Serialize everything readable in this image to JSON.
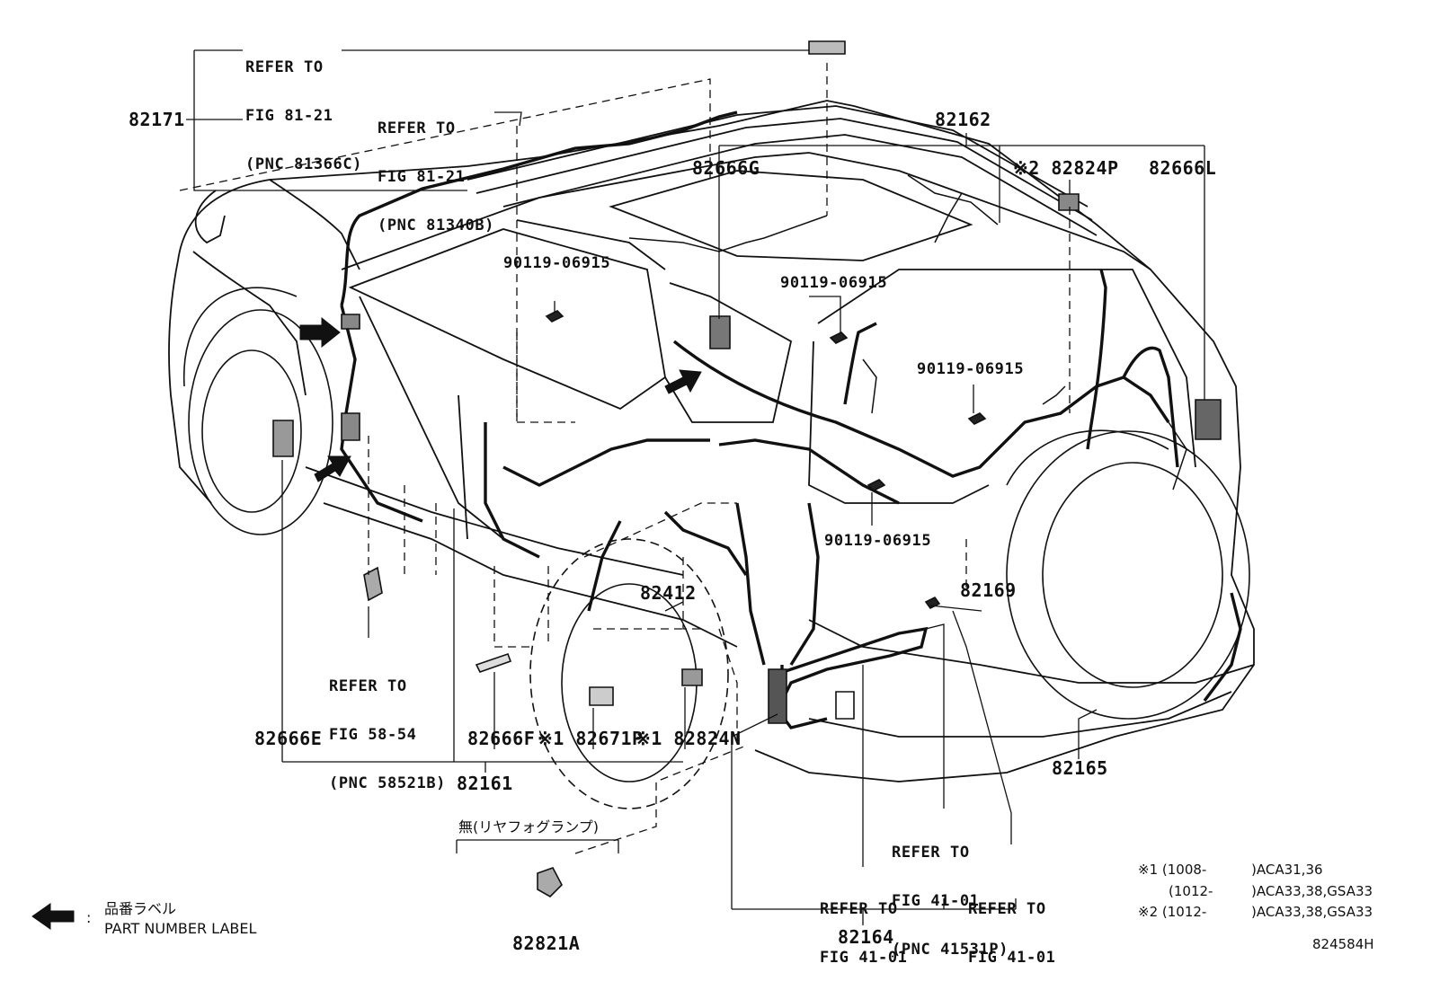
{
  "diagram": {
    "part_numbers": {
      "p82171": "82171",
      "p82162": "82162",
      "p82666G": "82666G",
      "p82824P": "※2 82824P",
      "p82666L": "82666L",
      "p82666E": "82666E",
      "p82412": "82412",
      "p82169": "82169",
      "p82666F": "82666F",
      "p82671P": "※1 82671P",
      "p82824N": "※1 82824N",
      "p82161": "82161",
      "p82165": "82165",
      "p82164": "82164",
      "p82821A": "82821A"
    },
    "bolt_labels": {
      "b1": "90119-06915",
      "b2": "90119-06915",
      "b3": "90119-06915",
      "b4": "90119-06915"
    },
    "references": {
      "r1": [
        "REFER TO",
        "FIG 81-21",
        "(PNC 81366C)"
      ],
      "r2": [
        "REFER TO",
        "FIG 81-21",
        "(PNC 81340B)"
      ],
      "r3": [
        "REFER TO",
        "FIG 58-54",
        "(PNC 58521B)"
      ],
      "r4": [
        "REFER TO",
        "FIG 41-01",
        "(PNC 41531P)"
      ],
      "r5": [
        "REFER TO",
        "FIG 41-01"
      ],
      "r6": [
        "REFER TO",
        "FIG 41-01"
      ]
    },
    "japanese_note": "無(リヤフォグランプ)",
    "footnotes": {
      "n1a": "※1 (1008-",
      "n1a_models": ")ACA31,36",
      "n1b": "(1012-",
      "n1b_models": ")ACA33,38,GSA33",
      "n2": "※2 (1012-",
      "n2_models": ")ACA33,38,GSA33"
    },
    "legend": {
      "jp": "品番ラベル",
      "colon": ":",
      "en": "PART NUMBER LABEL"
    },
    "figure_id": "824584H"
  }
}
